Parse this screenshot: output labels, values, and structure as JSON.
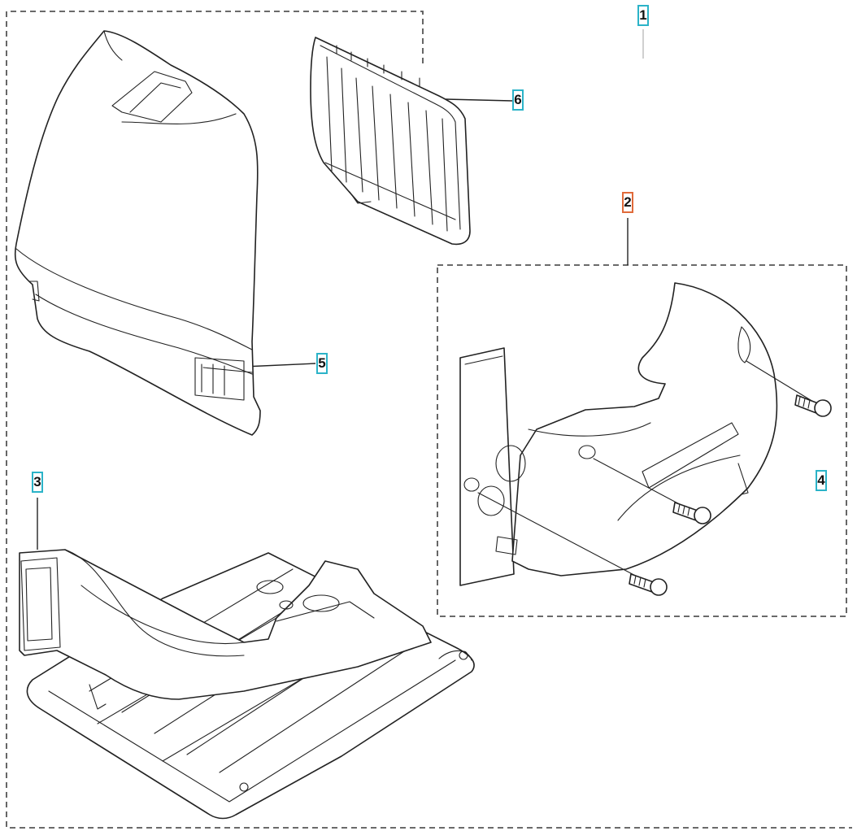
{
  "callouts": [
    {
      "id": "1",
      "accent": false
    },
    {
      "id": "2",
      "accent": true
    },
    {
      "id": "3",
      "accent": false
    },
    {
      "id": "4",
      "accent": false
    },
    {
      "id": "5",
      "accent": false
    },
    {
      "id": "6",
      "accent": false
    }
  ],
  "colors": {
    "callout_border": "#2bb3c8",
    "callout_accent": "#e06a3a",
    "line": "#222222"
  }
}
